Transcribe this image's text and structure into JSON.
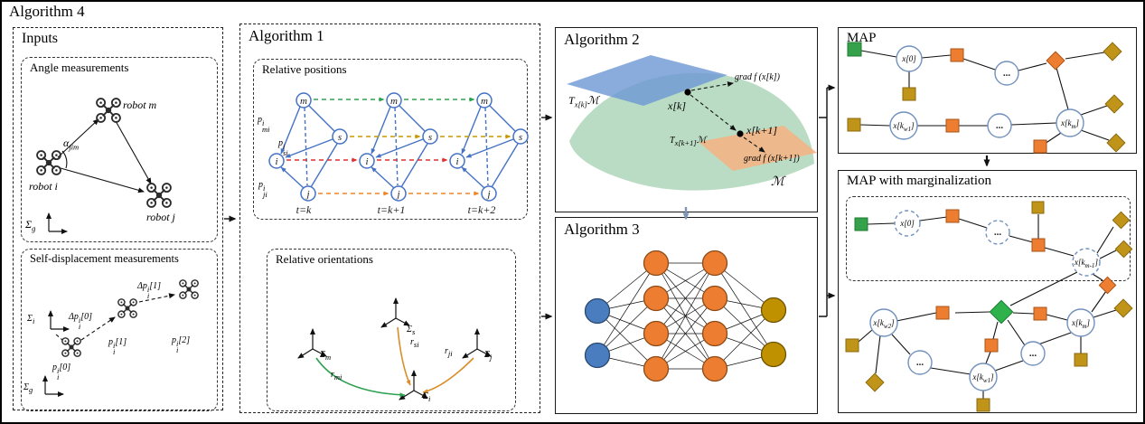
{
  "title": "Algorithm 4",
  "colors": {
    "node_blue": "#4472c4",
    "orange": "#ed7d31",
    "mustard": "#c09418",
    "green": "#35a24b",
    "red": "#e03131",
    "inter_yellow": "#c79a00",
    "plane_blue": "#6d97d4",
    "surface_green": "#8fc79f",
    "plane_orange": "#f5b183",
    "circle_stroke": "#7191bd",
    "nn_blue": "#4a7dbf",
    "nn_out": "#bf9000"
  },
  "inputs": {
    "title": "Inputs",
    "angle": {
      "title": "Angle measurements",
      "robot_m": "robot m",
      "robot_i": "robot i",
      "robot_j": "robot j",
      "alpha": {
        "b": "α",
        "s": "jim"
      },
      "sigma_g": {
        "b": "Σ",
        "s": "g"
      }
    },
    "selfdisp": {
      "title": "Self-displacement measurements",
      "sigma_i": {
        "b": "Σ",
        "s": "i"
      },
      "sigma_g": {
        "b": "Σ",
        "s": "g"
      },
      "dp0": {
        "b": "Δp",
        "sup": "i",
        "sub": "i",
        "r": "[0]"
      },
      "dp1": {
        "b": "Δp",
        "sup": "i",
        "sub": "i",
        "r": "[1]"
      },
      "p0": {
        "b": "p",
        "sup": "i",
        "sub": "i",
        "r": "[0]"
      },
      "p1": {
        "b": "p",
        "sup": "i",
        "sub": "i",
        "r": "[1]"
      },
      "p2": {
        "b": "p",
        "sup": "i",
        "sub": "i",
        "r": "[2]"
      }
    }
  },
  "alg1": {
    "title": "Algorithm 1",
    "relpos": {
      "title": "Relative positions",
      "p_mi": {
        "b": "p",
        "sup": "i",
        "sub": "mi"
      },
      "p_si": {
        "b": "p",
        "sup": "i",
        "sub": "si"
      },
      "p_ji": {
        "b": "p",
        "sup": "i",
        "sub": "ji"
      },
      "t0": "t=k",
      "t1": "t=k+1",
      "t2": "t=k+2",
      "n_m": "m",
      "n_s": "s",
      "n_i": "i",
      "n_j": "j"
    },
    "relori": {
      "title": "Relative orientations",
      "sigma_m": {
        "b": "Σ",
        "s": "m"
      },
      "sigma_s": {
        "b": "Σ",
        "s": "s"
      },
      "sigma_j": {
        "b": "Σ",
        "s": "j"
      },
      "sigma_i": {
        "b": "Σ",
        "s": "i"
      },
      "r_mi": {
        "b": "r",
        "s": "mi"
      },
      "r_si": {
        "b": "r",
        "s": "si"
      },
      "r_ji": {
        "b": "r",
        "s": "ji"
      }
    }
  },
  "alg2": {
    "title": "Algorithm 2",
    "t_xk": {
      "b": "T",
      "s": "x[k]",
      "m": "ℳ"
    },
    "t_xk1": {
      "b": "T",
      "s": "x[k+1]",
      "m": "ℳ"
    },
    "xk": "x[k]",
    "xk1": "x[k+1]",
    "grad_k": "grad f (x[k])",
    "grad_k1": "grad f (x[k+1])",
    "manifold": "ℳ"
  },
  "alg3": {
    "title": "Algorithm 3"
  },
  "map": {
    "title": "MAP",
    "x0": "x[0]",
    "xkw1": {
      "b": "x[k",
      "s": "w1",
      "r": "]"
    },
    "xkm": {
      "b": "x[k",
      "s": "m",
      "r": "]"
    },
    "dots": "..."
  },
  "marg": {
    "title": "MAP with marginalization",
    "x0": "x[0]",
    "xkm1": {
      "b": "x[k",
      "s": "m-1",
      "r": "]"
    },
    "xkw2": {
      "b": "x[k",
      "s": "w2",
      "r": "]"
    },
    "xkw1": {
      "b": "x[k",
      "s": "w1",
      "r": "]"
    },
    "xkm": {
      "b": "x[k",
      "s": "m",
      "r": "]"
    },
    "dots": "..."
  }
}
